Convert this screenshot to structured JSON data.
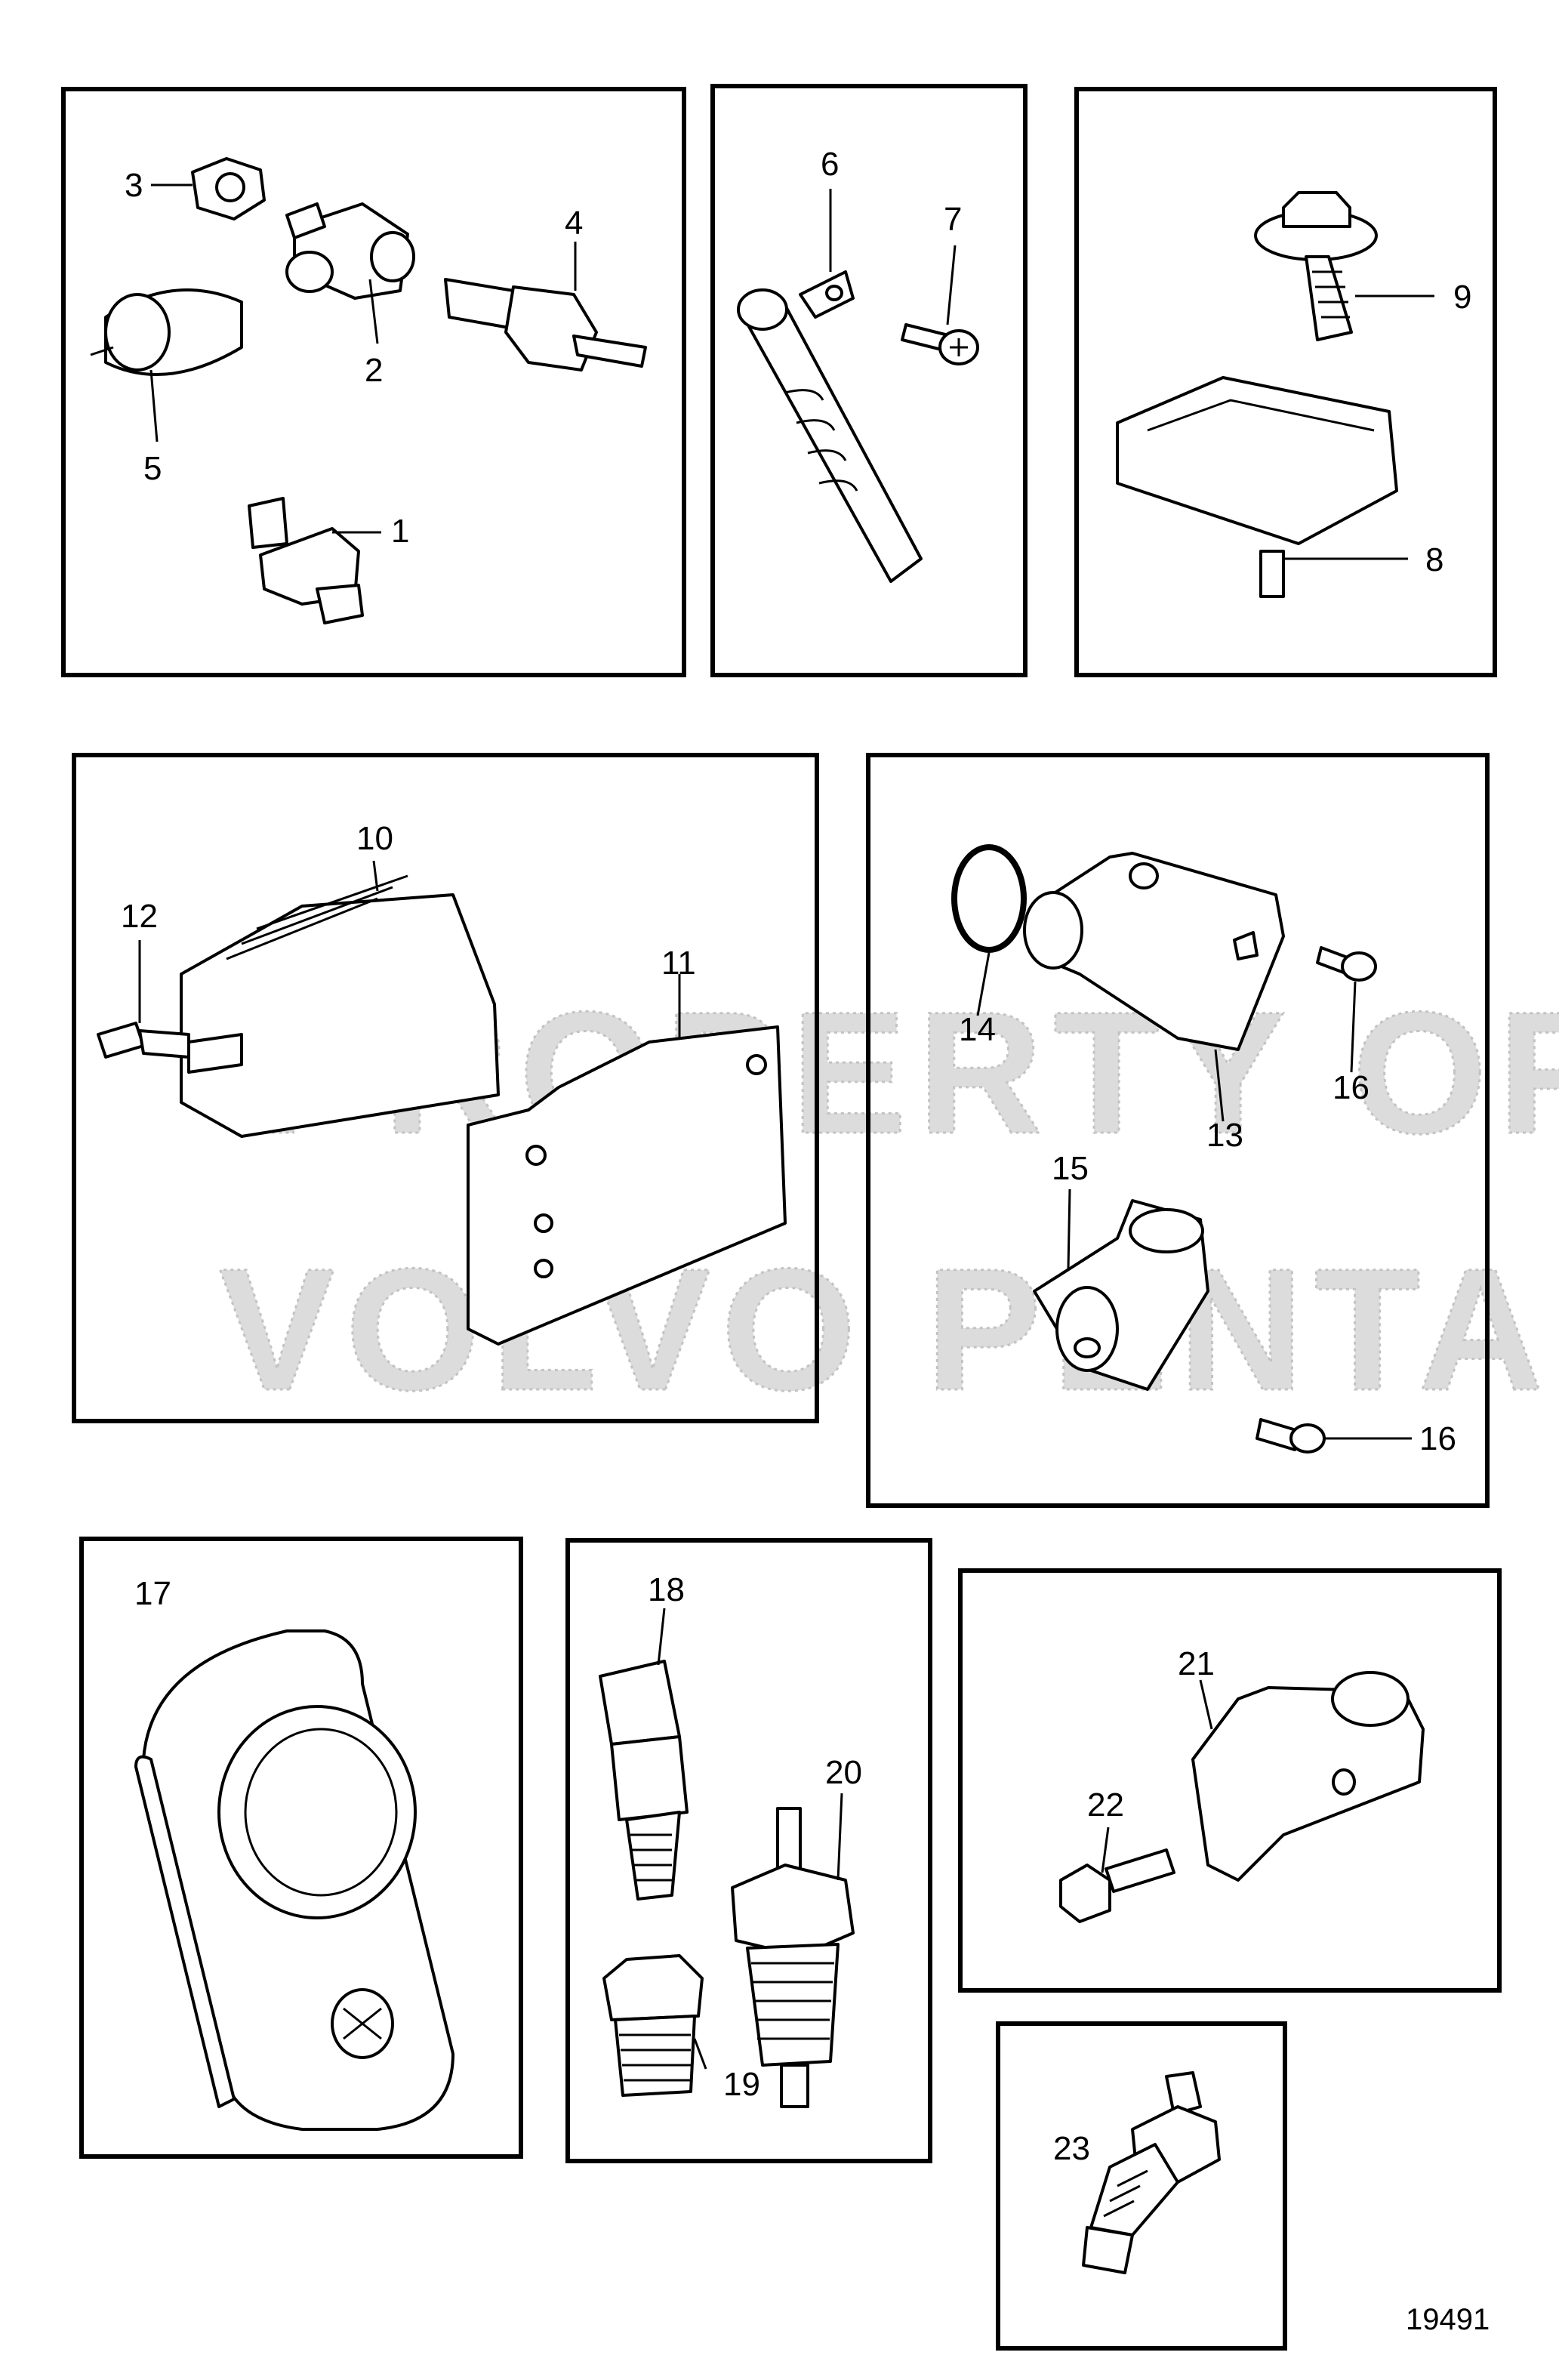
{
  "figure_number": "19491",
  "watermark": {
    "line1": "PROPERTY OF",
    "line2": "VOLVO PENTA"
  },
  "callouts": {
    "c1": "1",
    "c2": "2",
    "c3": "3",
    "c4": "4",
    "c5": "5",
    "c6": "6",
    "c7": "7",
    "c8": "8",
    "c9": "9",
    "c10": "10",
    "c11": "11",
    "c12": "12",
    "c13": "13",
    "c14": "14",
    "c15": "15",
    "c16a": "16",
    "c16b": "16",
    "c17": "17",
    "c18": "18",
    "c19": "19",
    "c20": "20",
    "c21": "21",
    "c22": "22",
    "c23": "23"
  }
}
